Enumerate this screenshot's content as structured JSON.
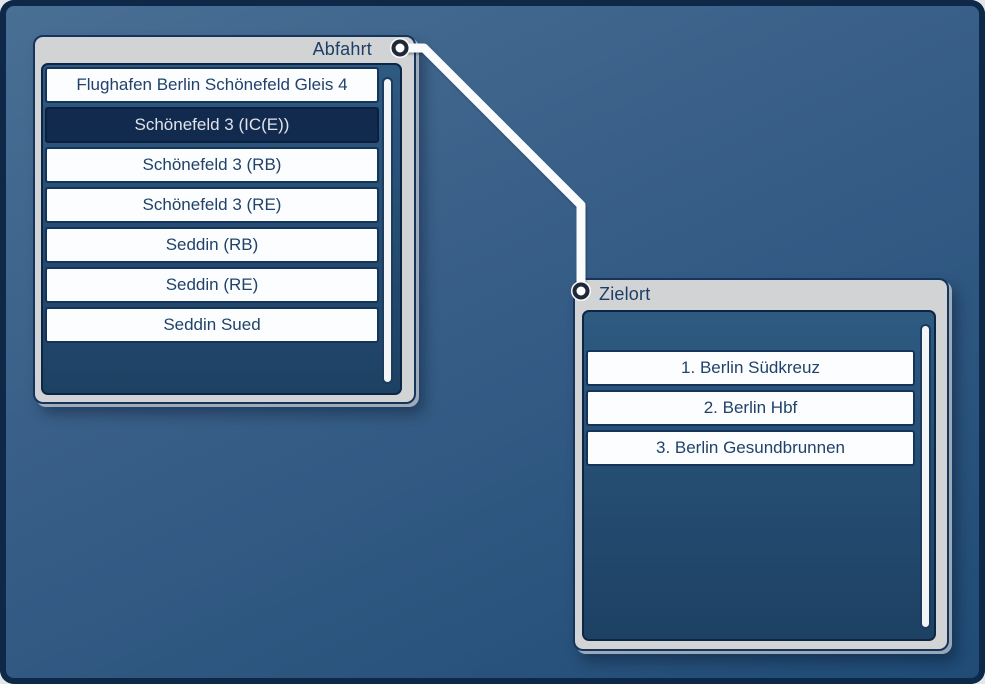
{
  "window": {
    "background_top_color": "#4a6f95",
    "background_bottom_color": "#1f4b75",
    "frame_color": "#0e2947"
  },
  "panels": {
    "departure": {
      "title": "Abfahrt",
      "items": [
        {
          "label": "Flughafen Berlin Schönefeld Gleis 4",
          "selected": false
        },
        {
          "label": "Schönefeld 3 (IC(E))",
          "selected": true
        },
        {
          "label": "Schönefeld 3 (RB)",
          "selected": false
        },
        {
          "label": "Schönefeld 3 (RE)",
          "selected": false
        },
        {
          "label": "Seddin (RB)",
          "selected": false
        },
        {
          "label": "Seddin (RE)",
          "selected": false
        },
        {
          "label": "Seddin Sued",
          "selected": false
        }
      ]
    },
    "destination": {
      "title": "Zielort",
      "items": [
        {
          "label": "1. Berlin Südkreuz",
          "selected": false
        },
        {
          "label": "2. Berlin Hbf",
          "selected": false
        },
        {
          "label": "3. Berlin Gesundbrunnen",
          "selected": false
        }
      ]
    }
  },
  "connection": {
    "from": "Abfahrt",
    "to": "Zielort",
    "wire_color": "#fafbfc",
    "connector_ring_color": "#20293a"
  },
  "colors": {
    "panel_background": "#d2d3d5",
    "panel_border": "#16355b",
    "header_text": "#1d3e66",
    "list_background": "#24507a",
    "item_background": "#fcfdfe",
    "item_text": "#20426b",
    "selected_item_background": "#122a4e",
    "selected_item_text": "#dfe3eb",
    "scrollbar_thumb": "#f4f5f7"
  }
}
